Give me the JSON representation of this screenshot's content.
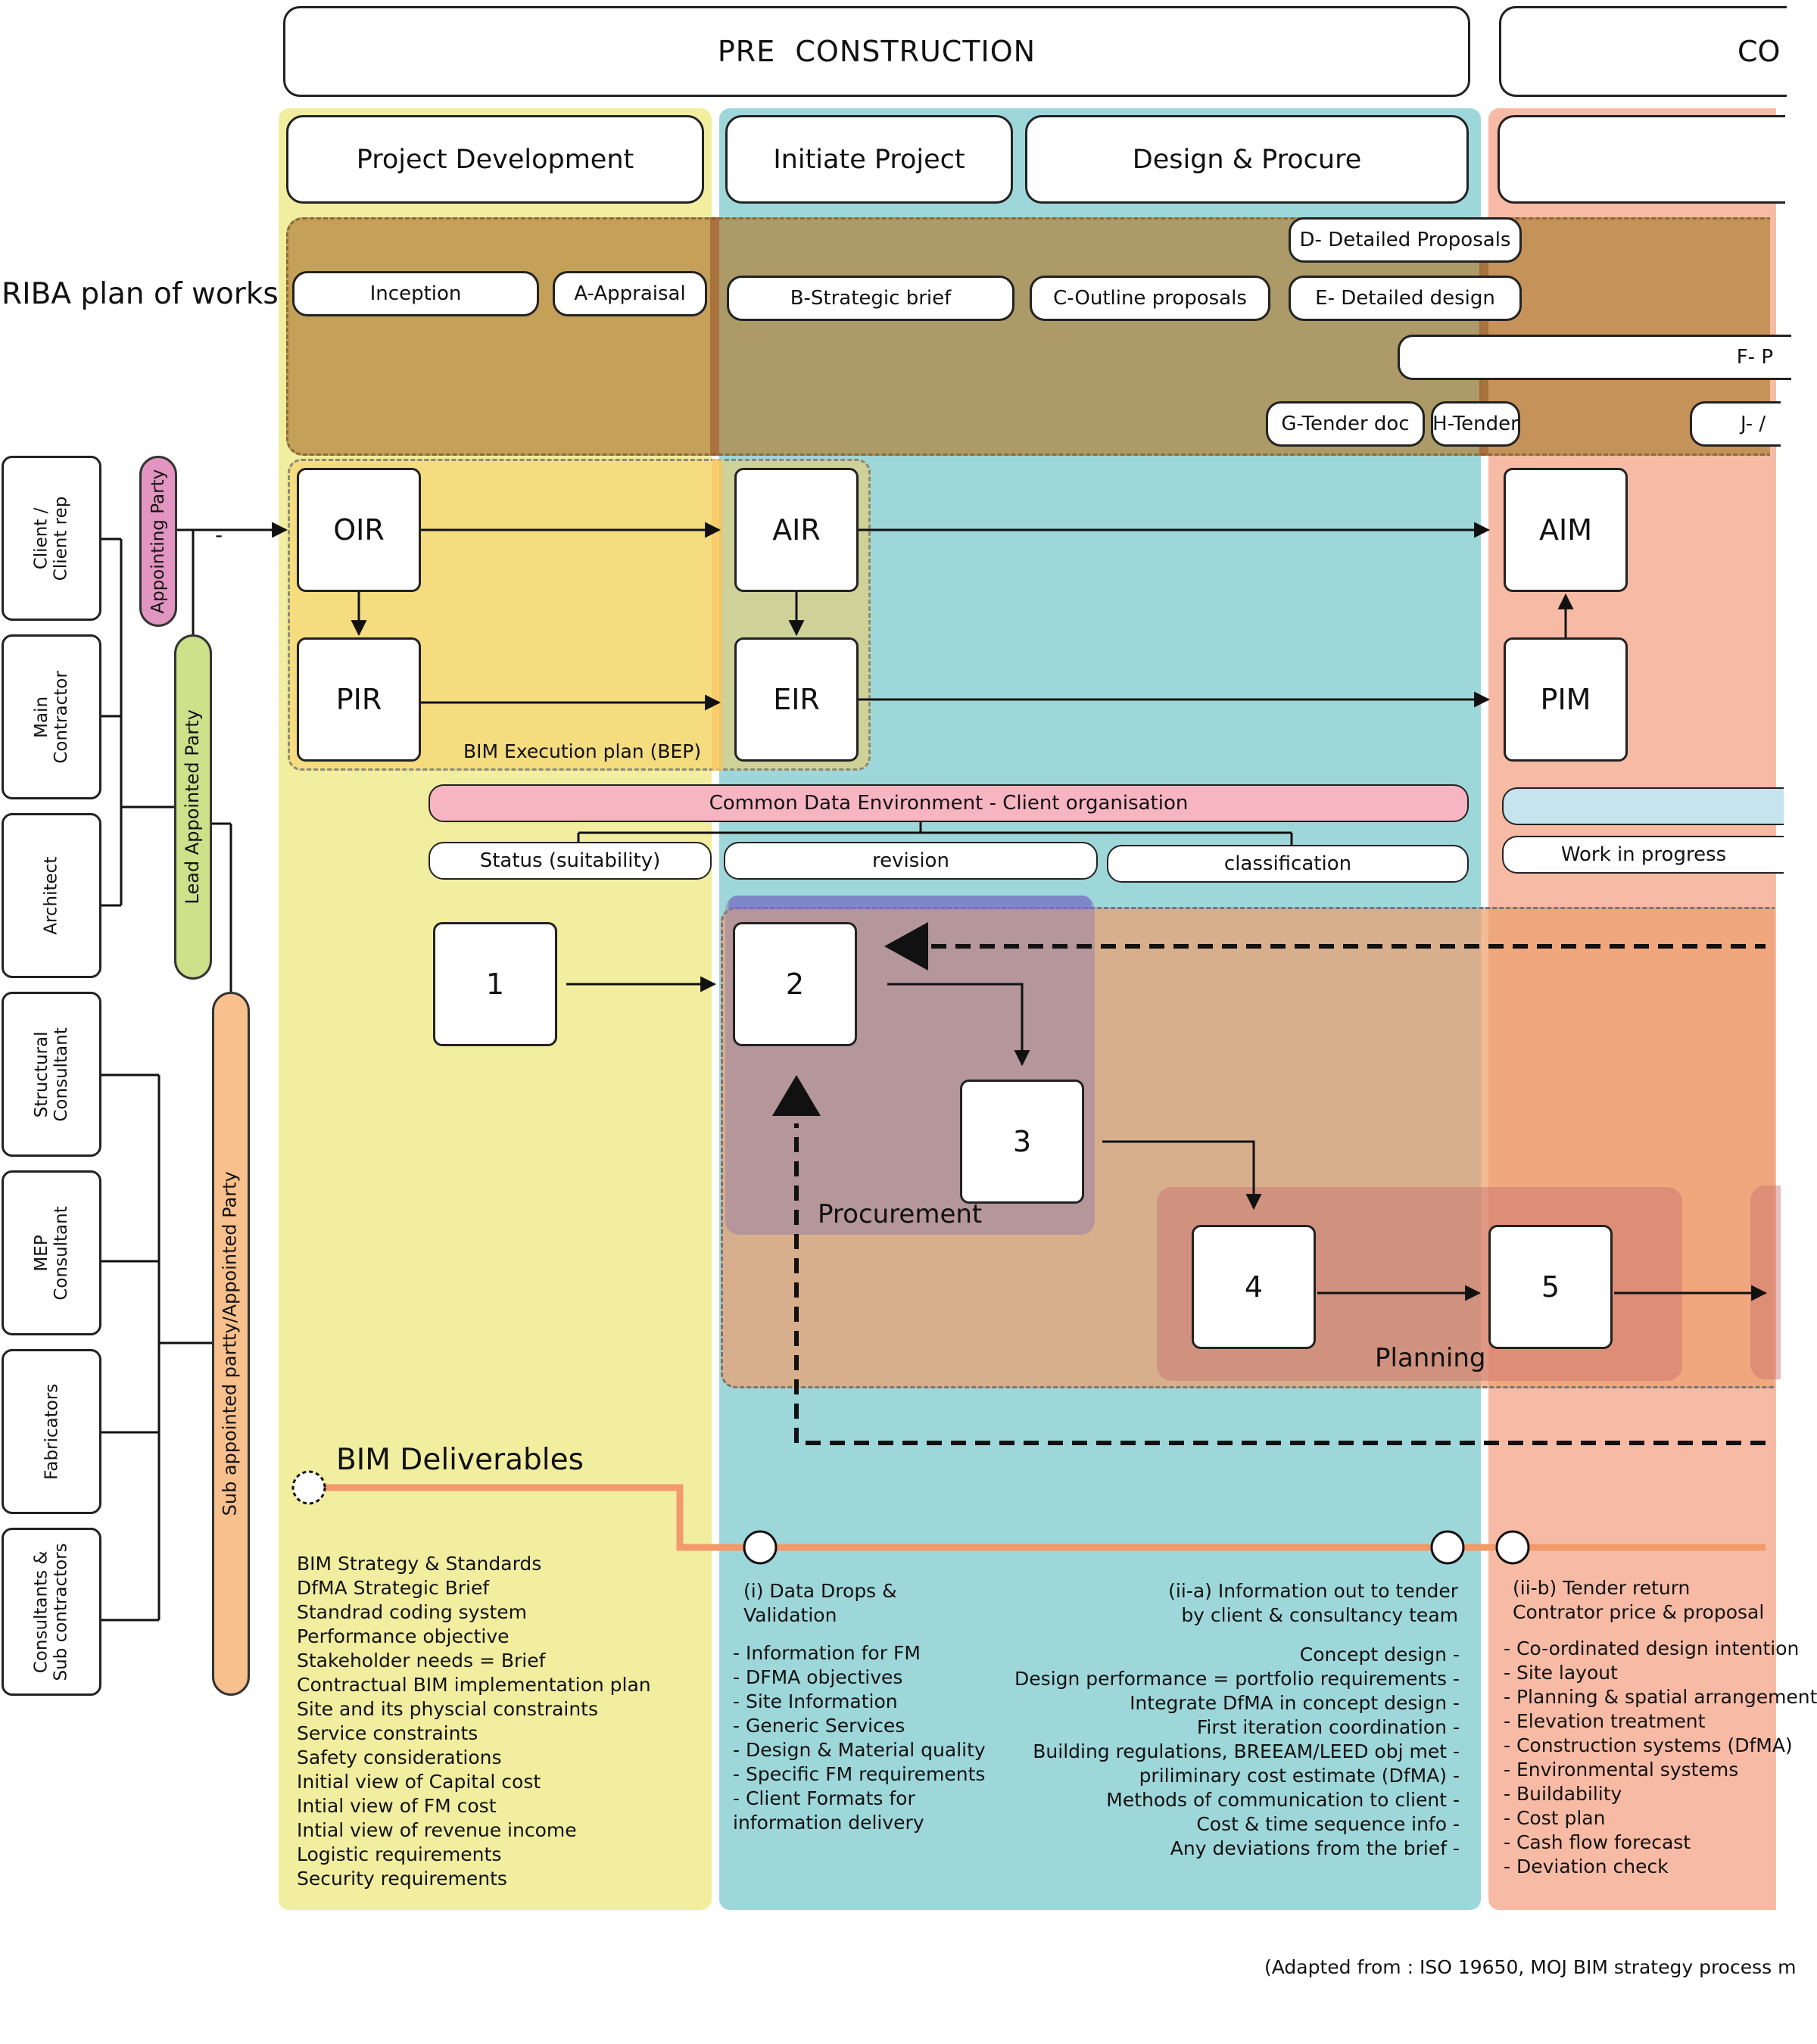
{
  "headers": {
    "pre_construction": "PRE  CONSTRUCTION",
    "construction_partial": "CO"
  },
  "stages": {
    "project_development": "Project Development",
    "initiate_project": "Initiate Project",
    "design_procure": "Design & Procure"
  },
  "riba": {
    "title": "RIBA plan of works",
    "inception": "Inception",
    "appraisal": "A-Appraisal",
    "strategic_brief": "B-Strategic brief",
    "outline_proposals": "C-Outline proposals",
    "detailed_proposals": "D- Detailed Proposals",
    "detailed_design": "E- Detailed design",
    "production_partial": "F- P",
    "tender_doc": "G-Tender doc",
    "tender": "H-Tender",
    "j_partial": "J- /"
  },
  "parties": {
    "client": "Client /\nClient rep",
    "main_contractor": "Main\nContractor",
    "architect": "Architect",
    "structural": "Structural\nConsultant",
    "mep": "MEP\nConsultant",
    "fabricators": "Fabricators",
    "consultants": "Consultants &\nSub contractors",
    "appointing": "Appointing Party",
    "lead_appointed": "Lead Appointed Party",
    "sub_appointed": "Sub appointed partty/Appointed Party",
    "dash": "-"
  },
  "info": {
    "oir": "OIR",
    "air": "AIR",
    "aim": "AIM",
    "pir": "PIR",
    "eir": "EIR",
    "pim": "PIM",
    "bep": "BIM Execution plan (BEP)"
  },
  "cde": {
    "title": "Common Data Environment - Client organisation",
    "status": "Status (suitability)",
    "revision": "revision",
    "classification": "classification",
    "wip": "Work in progress"
  },
  "process": {
    "s1": "1",
    "s2": "2",
    "s3": "3",
    "s4": "4",
    "s5": "5",
    "procurement": "Procurement",
    "planning": "Planning"
  },
  "deliverables": {
    "title": "BIM Deliverables",
    "project_development": [
      "BIM Strategy & Standards",
      "DfMA Strategic Brief",
      "Standrad coding system",
      "Performance objective",
      "Stakeholder needs = Brief",
      "Contractual BIM implementation plan",
      "Site and its physcial constraints",
      "Service constraints",
      "Safety considerations",
      "Initial view of Capital cost",
      "Intial view of FM cost",
      "Intial view of revenue income",
      "Logistic requirements",
      "Security requirements"
    ],
    "data_drops_title": [
      "(i) Data Drops &",
      "Validation"
    ],
    "data_drops": [
      "- Information for FM",
      "- DFMA objectives",
      "- Site Information",
      "- Generic Services",
      "- Design & Material quality",
      "- Specific FM requirements",
      "- Client Formats for",
      "  information delivery"
    ],
    "tender_out_title": [
      "(ii-a) Information out to tender",
      "by client & consultancy team"
    ],
    "tender_out": [
      "Concept design -",
      "Design performance = portfolio requirements -",
      "Integrate DfMA in concept design -",
      "First iteration coordination -",
      "Building regulations, BREEAM/LEED obj met -",
      "priliminary cost estimate (DfMA) -",
      "Methods of communication to client -",
      "Cost & time sequence info -",
      "Any deviations from the brief -"
    ],
    "tender_return_title": [
      "(ii-b) Tender return",
      "Contrator price & proposal"
    ],
    "tender_return": [
      "- Co-ordinated design intention",
      "- Site layout",
      "- Planning & spatial arrangement",
      "- Elevation treatment",
      "- Construction systems (DfMA)",
      "- Environmental systems",
      "- Buildability",
      "- Cost plan",
      "- Cash flow forecast",
      "- Deviation check"
    ]
  },
  "footer": "(Adapted from : ISO 19650, MOJ BIM strategy process m",
  "colors": {
    "yellow": "#f2eea0",
    "teal": "#9ed7da",
    "salmon": "#f7bba5",
    "riba_band": "#b28a42",
    "cde_pink": "#f7b5c2",
    "cde_blue": "#c5e4ee",
    "orange_line": "#f39a6b",
    "appointing": "#e195c0",
    "lead": "#cde08a",
    "sub": "#f8c08d"
  }
}
